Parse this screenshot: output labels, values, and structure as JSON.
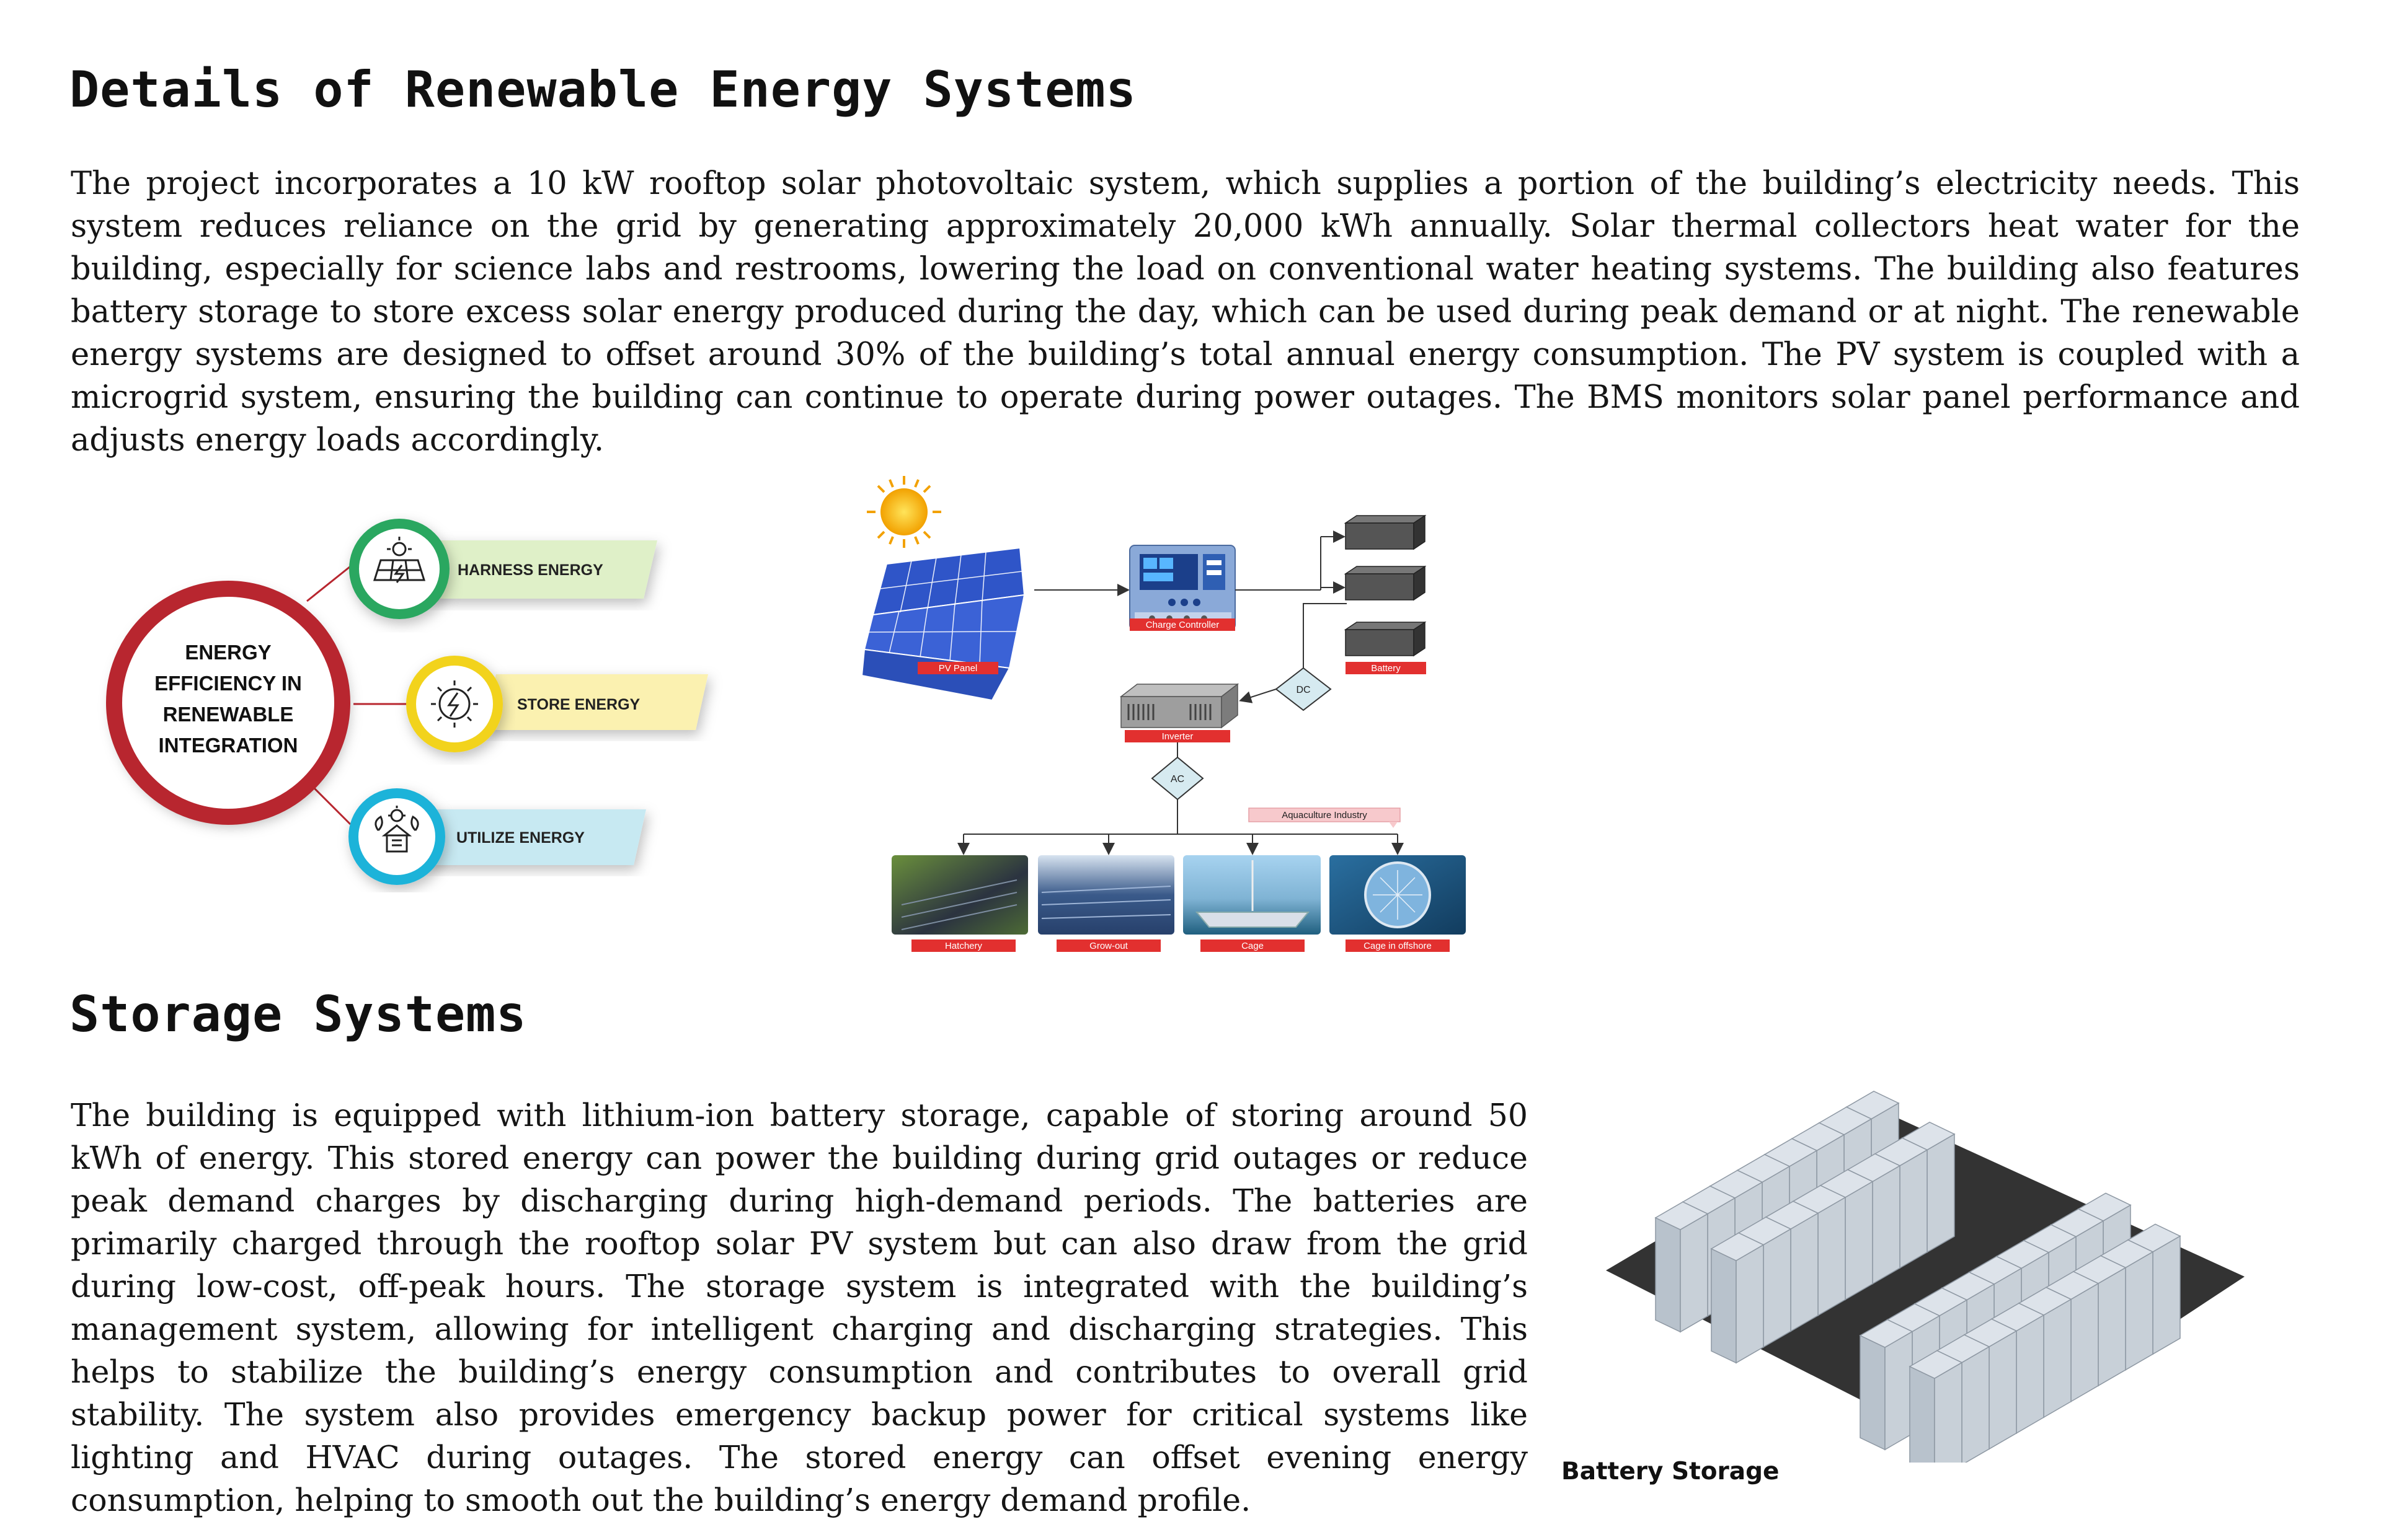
{
  "headings": {
    "renewable": "Details of Renewable Energy Systems",
    "storage": "Storage Systems"
  },
  "paragraphs": {
    "renewable": "The project incorporates a 10 kW rooftop solar photovoltaic system, which supplies a portion of the building’s electricity needs. This system reduces reliance on the grid by generating approximately 20,000 kWh annually. Solar thermal collectors heat water for the building, especially for science labs and restrooms, lowering the load on conventional water heating systems. The building also features battery storage to store excess solar energy produced during the day, which can be used during peak demand or at night. The renewable energy systems are designed to offset around 30% of the building’s total annual energy consumption. The PV system is coupled with a microgrid system, ensuring the building can continue to operate during power outages. The BMS monitors solar panel performance and adjusts energy loads accordingly.",
    "storage": "The building is equipped with lithium-ion battery storage, capable of storing around 50 kWh of energy. This stored energy can power the building during grid outages or reduce peak demand charges by discharging during high-demand periods. The batteries are primarily charged through the rooftop solar PV system but can also draw from the grid during low-cost, off-peak hours. The storage system is integrated with the building’s management system, allowing for intelligent charging and discharging strategies. This helps to stabilize the building’s energy consumption and contributes to overall grid stability. The system also provides emergency backup power for critical systems like lighting and HVAC during outages. The stored energy can offset evening energy consumption, helping to smooth out the building’s energy demand profile."
  },
  "efficiency_diagram": {
    "center_lines": [
      "ENERGY",
      "EFFICIENCY IN",
      "RENEWABLE",
      "INTEGRATION"
    ],
    "items": [
      {
        "label": "HARNESS ENERGY",
        "icon": "solar-panel-icon",
        "color": "#2aa760",
        "band": "#dff0c8"
      },
      {
        "label": "STORE ENERGY",
        "icon": "lightning-bulb-icon",
        "color": "#f2d31f",
        "band": "#fbf1b0"
      },
      {
        "label": "UTILIZE ENERGY",
        "icon": "house-eco-icon",
        "color": "#1fb3d9",
        "band": "#c7e9f2"
      }
    ],
    "ring_color": "#b8262f"
  },
  "pv_diagram": {
    "pv_panel": "PV Panel",
    "charge_controller": "Charge Controller",
    "battery": "Battery",
    "dc": "DC",
    "inverter": "Inverter",
    "ac": "AC",
    "industry": "Aquaculture Industry",
    "destinations": [
      "Hatchery",
      "Grow-out",
      "Cage",
      "Cage in offshore"
    ]
  },
  "battery_figure": {
    "caption": "Battery Storage"
  }
}
